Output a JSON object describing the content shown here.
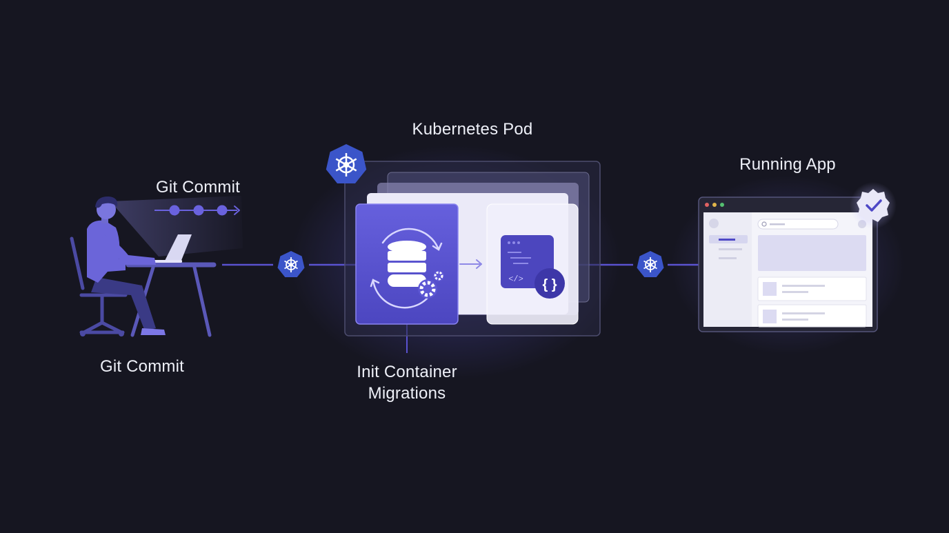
{
  "diagram": {
    "labels": {
      "commit_top": "Git Commit",
      "commit_bottom": "Git Commit",
      "pod": "Kubernetes Pod",
      "init_line1": "Init Container",
      "init_line2": "Migrations",
      "app": "Running App"
    },
    "code_badge": "{ }",
    "code_tag": "</>",
    "icons": {
      "developer": "developer-at-desk-icon",
      "k8s": "kubernetes-helm-wheel-icon",
      "database": "database-icon",
      "gear": "gear-icon",
      "cycle": "sync-arrows-icon",
      "terminal": "terminal-window-icon",
      "browser": "browser-window-icon",
      "verified": "verified-check-badge-icon"
    },
    "colors": {
      "background": "#161621",
      "accent": "#5b55d6",
      "k8s_blue": "#3b55c9",
      "line": "#6a62de",
      "text": "#eef0f8"
    }
  }
}
